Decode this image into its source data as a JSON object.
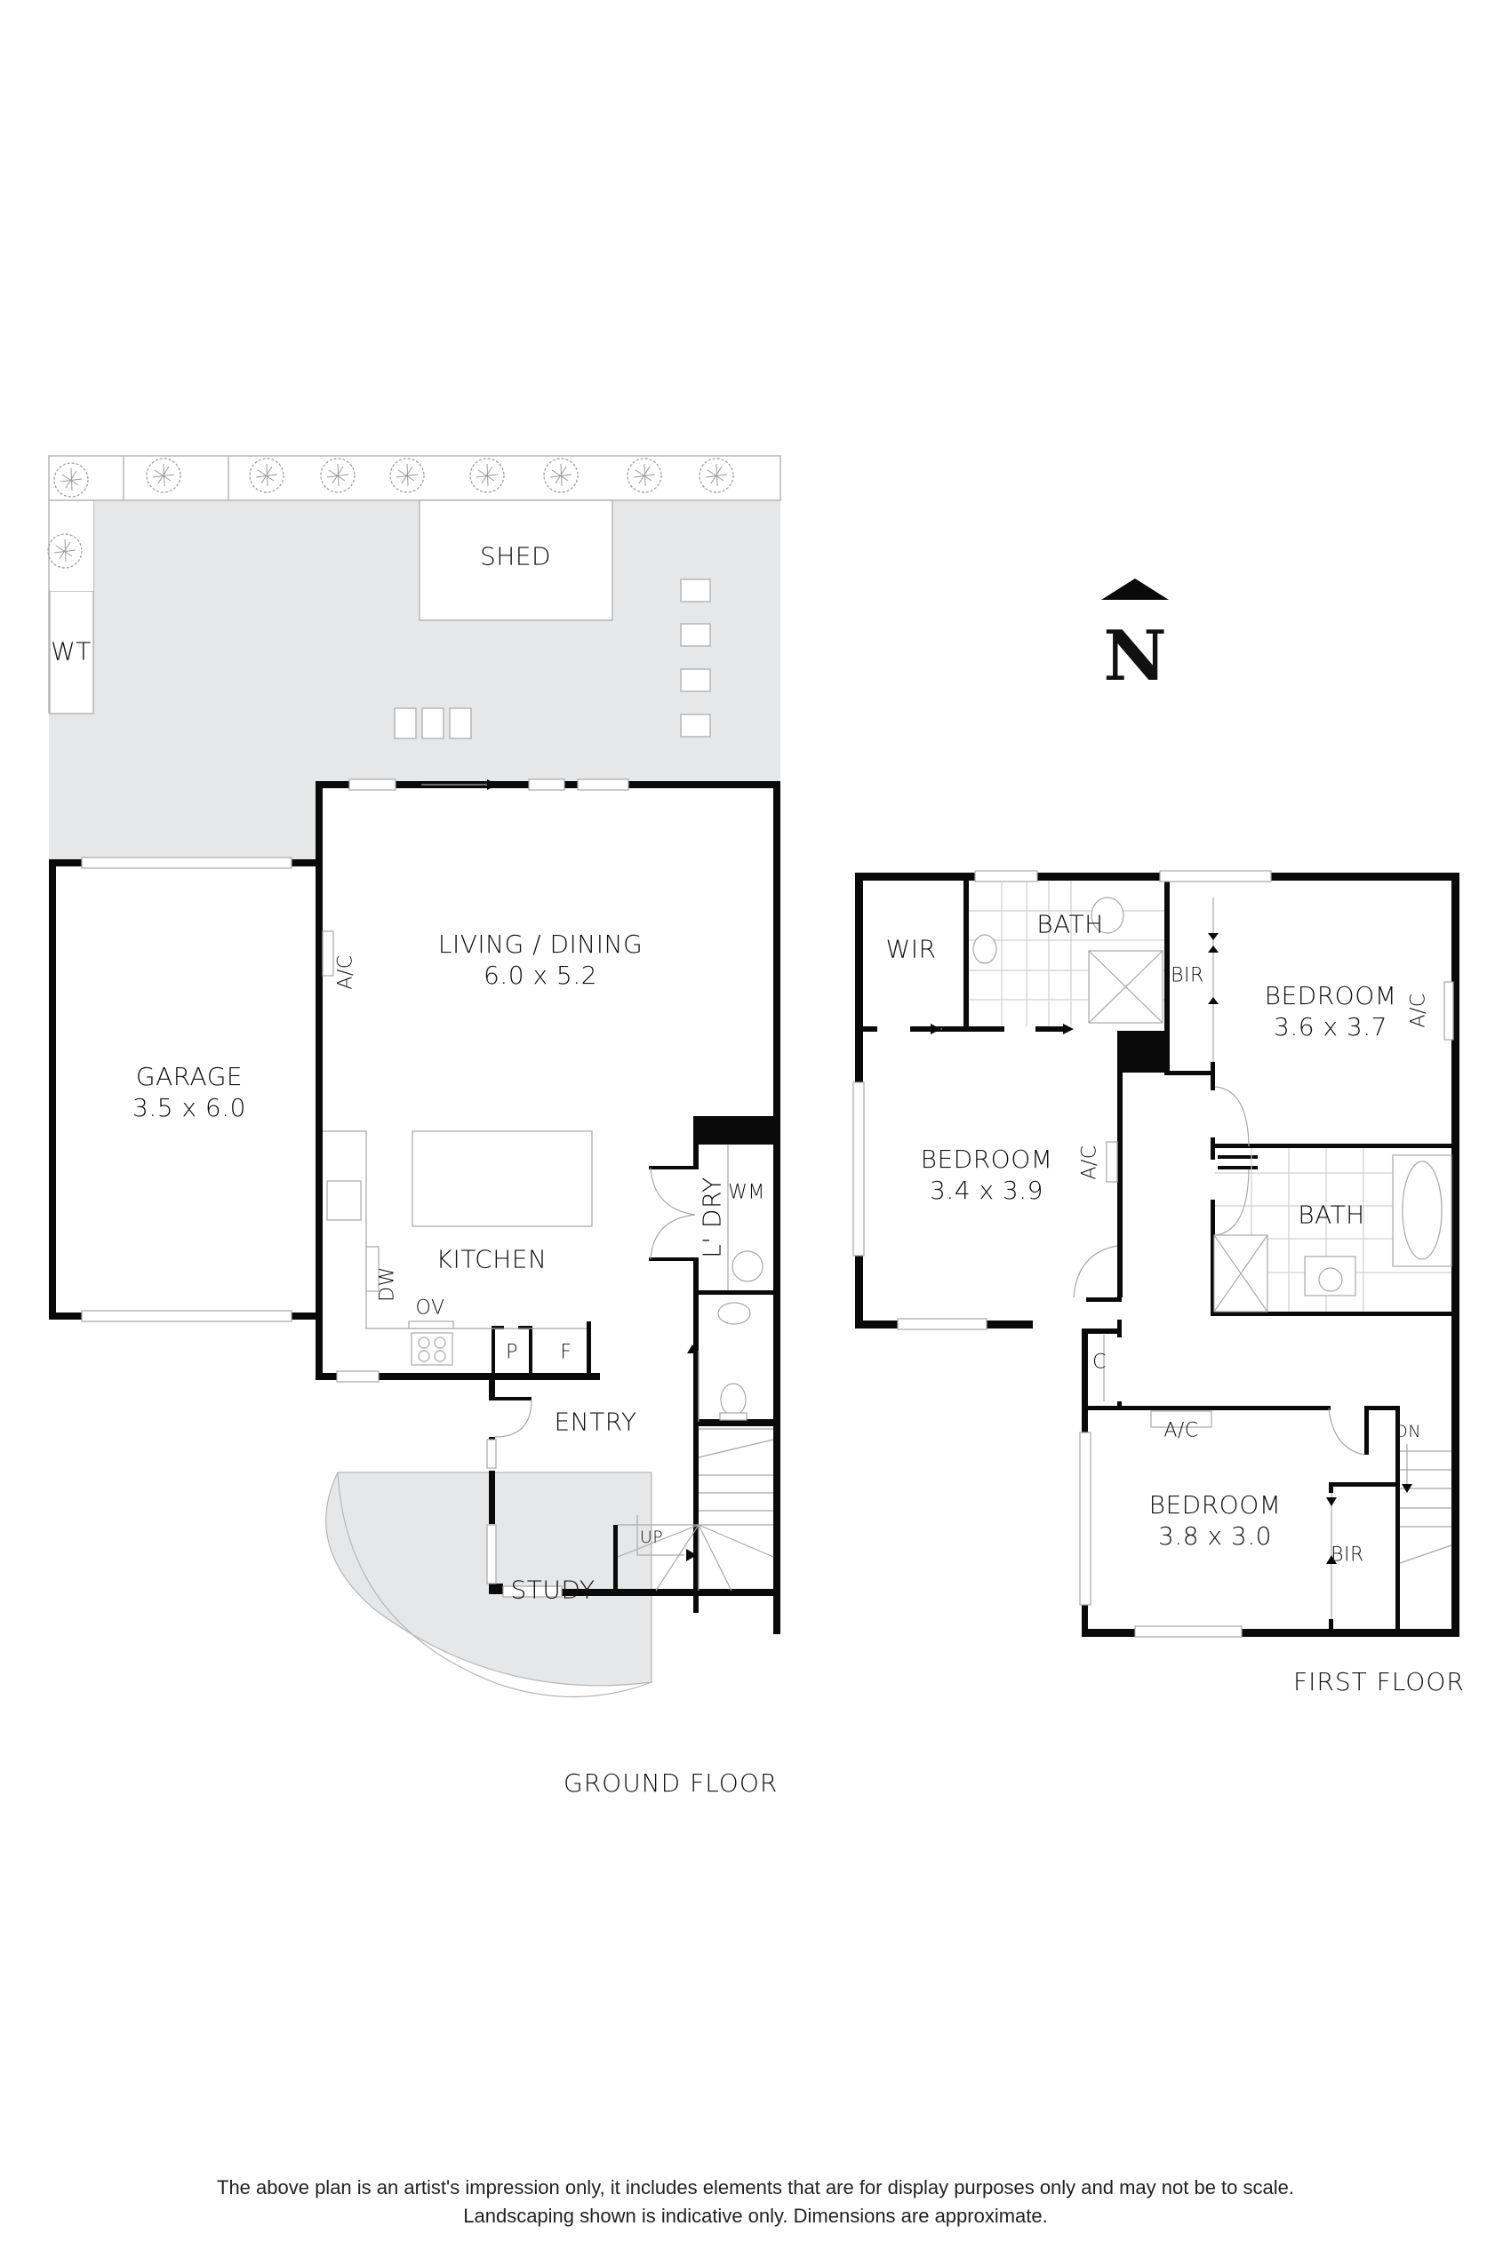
{
  "ground_floor": {
    "title": "GROUND FLOOR",
    "rooms": {
      "shed": {
        "name": "SHED"
      },
      "wt": {
        "name": "WT"
      },
      "garage": {
        "name": "GARAGE",
        "dim": "3.5 x 6.0"
      },
      "living": {
        "name": "LIVING / DINING",
        "dim": "6.0 x 5.2"
      },
      "kitchen": {
        "name": "KITCHEN"
      },
      "laundry": {
        "name": "L' DRY"
      },
      "entry": {
        "name": "ENTRY"
      },
      "study": {
        "name": "STUDY"
      }
    },
    "fixtures": {
      "ac": "A/C",
      "dw": "DW",
      "ov": "OV",
      "pantry": "P",
      "fridge": "F",
      "wm": "WM",
      "stairs_up": "UP"
    }
  },
  "first_floor": {
    "title": "FIRST FLOOR",
    "rooms": {
      "wir": {
        "name": "WIR"
      },
      "ensuite": {
        "name": "BATH"
      },
      "bedroom_ne": {
        "name": "BEDROOM",
        "dim": "3.6 x 3.7"
      },
      "bedroom_w": {
        "name": "BEDROOM",
        "dim": "3.4 x 3.9"
      },
      "bath": {
        "name": "BATH"
      },
      "bedroom_s": {
        "name": "BEDROOM",
        "dim": "3.8 x 3.0"
      },
      "linen": {
        "name": "C"
      }
    },
    "fixtures": {
      "bir_ne": "BIR",
      "bir_s": "BIR",
      "ac_ne": "A/C",
      "ac_w": "A/C",
      "ac_s": "A/C",
      "stairs_down": "DN"
    }
  },
  "compass": {
    "letter": "N",
    "icon": "north-arrow-icon"
  },
  "disclaimer": {
    "line1": "The above plan is an artist's impression only, it includes elements that are for display purposes only and may not be to scale.",
    "line2": "Landscaping shown is indicative only. Dimensions are approximate."
  },
  "colors": {
    "wall": "#0a0a0a",
    "paving": "#e6e7e8",
    "line": "#a8a8a8",
    "background": "#ffffff"
  }
}
